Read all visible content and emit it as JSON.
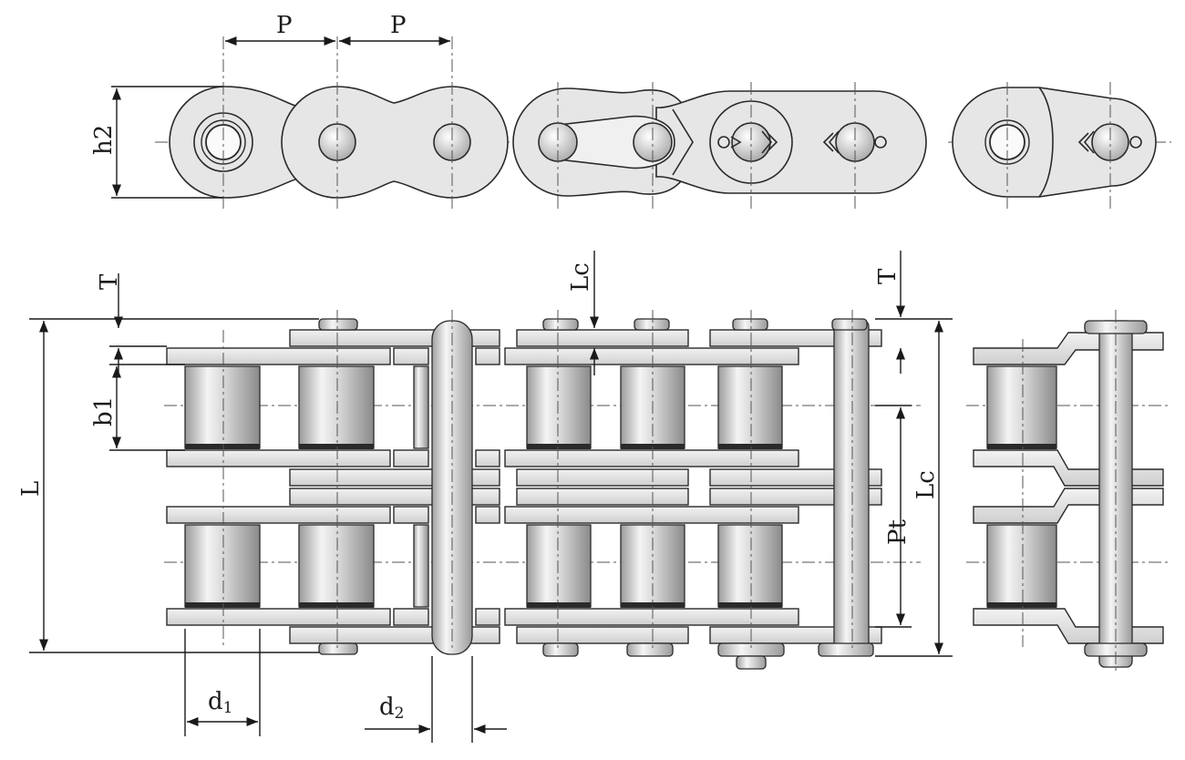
{
  "labels": {
    "pitch_1": "P",
    "pitch_2": "P",
    "plate_height": "h2",
    "plate_thickness_left": "T",
    "plate_thickness_right": "T",
    "inner_width": "b1",
    "overall_length": "L",
    "connecting_pin_length_top": "Lc",
    "connecting_pin_length_right": "Lc",
    "transverse_pitch": "Pt",
    "roller_diameter": {
      "main": "d",
      "sub": "1"
    },
    "pin_diameter": {
      "main": "d",
      "sub": "2"
    }
  },
  "colors": {
    "outline": "#2a2a2a",
    "plate": "#e6e6e6",
    "background": "#ffffff"
  }
}
